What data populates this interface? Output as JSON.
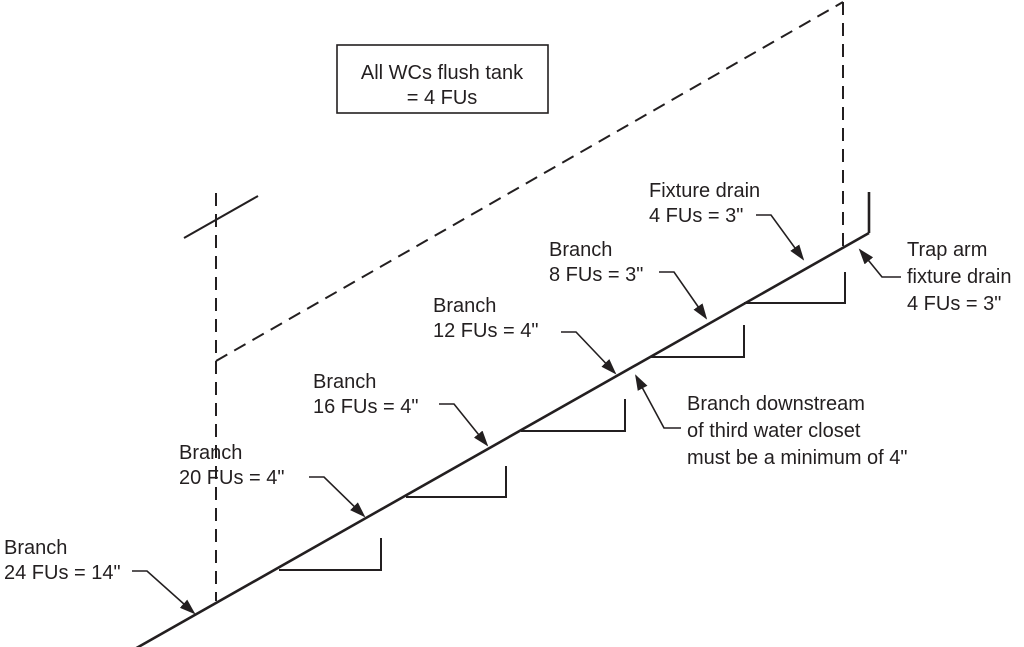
{
  "diagram": {
    "title": "Horizontal branch fixture-unit sizing diagram",
    "colors": {
      "line": "#231f20",
      "background": "#ffffff"
    },
    "title_box": {
      "lines": [
        "All WCs flush tank",
        "= 4 FUs"
      ]
    },
    "labels": {
      "fixture_drain": {
        "lines": [
          "Fixture drain",
          "4 FUs = 3\""
        ]
      },
      "branch_8": {
        "lines": [
          "Branch",
          "8 FUs = 3\""
        ]
      },
      "branch_12": {
        "lines": [
          "Branch",
          "12 FUs = 4\""
        ]
      },
      "branch_16": {
        "lines": [
          "Branch",
          "16 FUs = 4\""
        ]
      },
      "branch_20": {
        "lines": [
          "Branch",
          "20 FUs = 4\""
        ]
      },
      "branch_24": {
        "lines": [
          "Branch",
          "24 FUs = 14\""
        ]
      },
      "trap_arm": {
        "lines": [
          "Trap arm",
          "fixture drain",
          "4 FUs = 3\""
        ]
      },
      "note": {
        "lines": [
          "Branch downstream",
          "of third water closet",
          "must be a minimum of 4\""
        ]
      }
    }
  }
}
